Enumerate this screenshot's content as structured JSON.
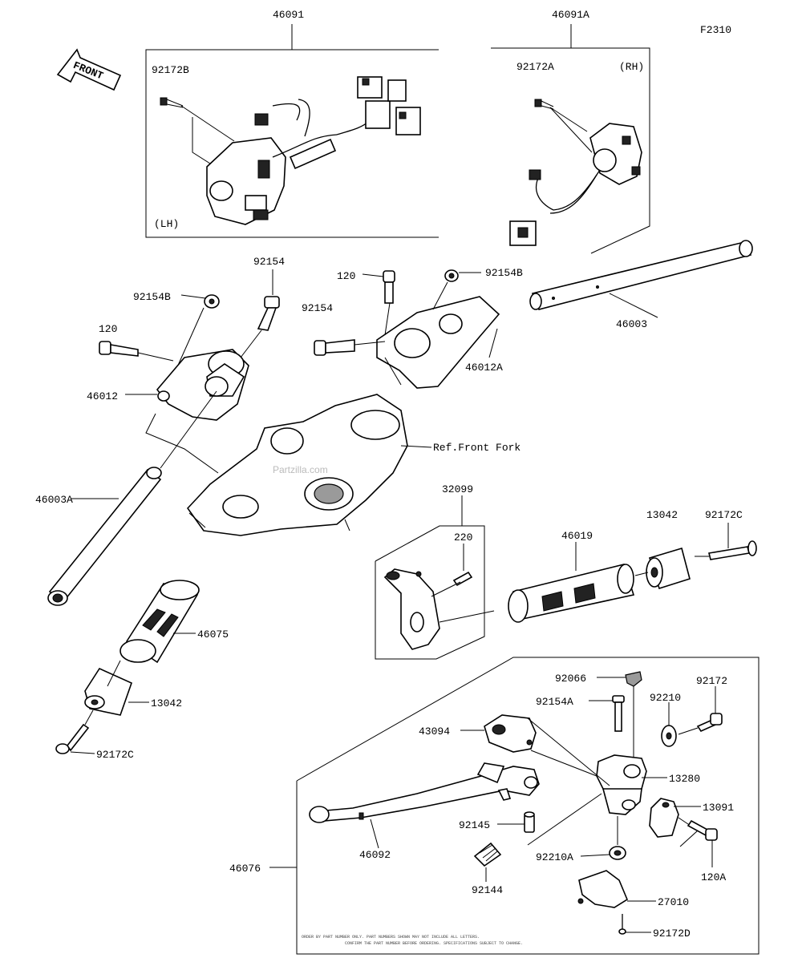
{
  "figure_code": "F2310",
  "watermark": "Partzilla.com",
  "front_label": "FRONT",
  "reference_label": "Ref.Front Fork",
  "fine_print": [
    "ORDER BY PART NUMBER ONLY. PART NUMBERS SHOWN MAY NOT INCLUDE ALL LETTERS.",
    "CONFIRM THE PART NUMBER BEFORE ORDERING. SPECIFICATIONS SUBJECT TO CHANGE."
  ],
  "parts": {
    "p46091": "46091",
    "p46091A": "46091A",
    "p92172B": "92172B",
    "p92172A": "92172A",
    "lh": "(LH)",
    "rh": "(RH)",
    "p92154_a": "92154",
    "p92154B": "92154B",
    "p120_a": "120",
    "p46012": "46012",
    "p46003A": "46003A",
    "p120_b": "120",
    "p92154B_r": "92154B",
    "p92154_b": "92154",
    "p46012A": "46012A",
    "p46003": "46003",
    "p32099": "32099",
    "p220": "220",
    "p46019": "46019",
    "p13042_r": "13042",
    "p92172C_r": "92172C",
    "p46075": "46075",
    "p13042_l": "13042",
    "p92172C_l": "92172C",
    "p92066": "92066",
    "p92154A": "92154A",
    "p92210": "92210",
    "p92172": "92172",
    "p43094": "43094",
    "p13280": "13280",
    "p13091": "13091",
    "p92145": "92145",
    "p46092": "46092",
    "p46076": "46076",
    "p92210A": "92210A",
    "p120A": "120A",
    "p92144": "92144",
    "p27010": "27010",
    "p92172D": "92172D"
  }
}
